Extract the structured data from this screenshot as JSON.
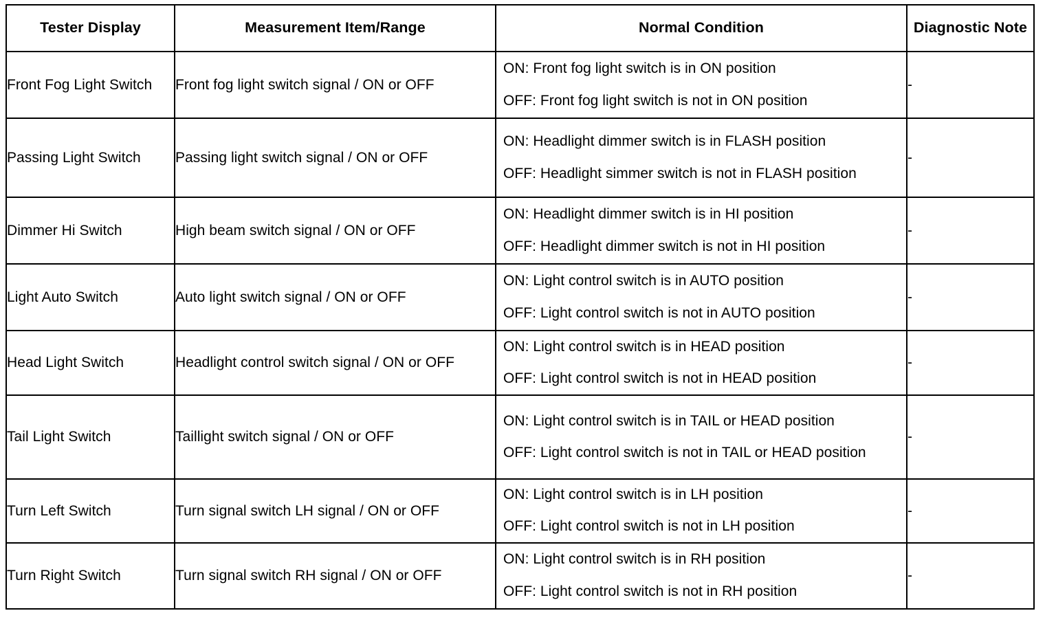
{
  "table": {
    "headers": [
      {
        "label": "Tester Display"
      },
      {
        "label": "Measurement Item/Range"
      },
      {
        "label": "Normal Condition"
      },
      {
        "label": "Diagnostic Note"
      }
    ],
    "rows": [
      {
        "tester_display": "Front Fog Light Switch",
        "measurement": "Front fog light switch signal / ON or OFF",
        "condition_on": "ON: Front fog light switch is in ON position",
        "condition_off": "OFF: Front fog light switch is not in ON position",
        "diagnostic_note": "-"
      },
      {
        "tester_display": "Passing Light Switch",
        "measurement": "Passing light switch signal / ON or OFF",
        "condition_on": "ON: Headlight dimmer switch is in FLASH position",
        "condition_off": "OFF: Headlight simmer switch is not in FLASH position",
        "diagnostic_note": "-"
      },
      {
        "tester_display": "Dimmer Hi Switch",
        "measurement": "High beam switch signal / ON or OFF",
        "condition_on": "ON: Headlight dimmer switch is in HI position",
        "condition_off": "OFF: Headlight dimmer switch is not in HI position",
        "diagnostic_note": "-"
      },
      {
        "tester_display": "Light Auto Switch",
        "measurement": "Auto light switch signal / ON or OFF",
        "condition_on": "ON: Light control switch is in AUTO position",
        "condition_off": "OFF: Light control switch is not in AUTO position",
        "diagnostic_note": "-"
      },
      {
        "tester_display": "Head Light Switch",
        "measurement": "Headlight control switch signal / ON or OFF",
        "condition_on": "ON: Light control switch is in HEAD position",
        "condition_off": "OFF: Light control switch is not in HEAD position",
        "diagnostic_note": "-"
      },
      {
        "tester_display": "Tail Light Switch",
        "measurement": "Taillight switch signal / ON or OFF",
        "condition_on": "ON: Light control switch is in TAIL or HEAD position",
        "condition_off": "OFF: Light control switch is not in TAIL or HEAD position",
        "diagnostic_note": "-"
      },
      {
        "tester_display": "Turn Left Switch",
        "measurement": "Turn signal switch LH signal / ON or OFF",
        "condition_on": "ON: Light control switch is in LH position",
        "condition_off": "OFF: Light control switch is not in LH position",
        "diagnostic_note": "-"
      },
      {
        "tester_display": "Turn Right Switch",
        "measurement": "Turn signal switch RH signal / ON or OFF",
        "condition_on": "ON: Light control switch is in RH position",
        "condition_off": "OFF: Light control switch is not in RH position",
        "diagnostic_note": "-"
      }
    ]
  },
  "colors": {
    "border": "#000000",
    "text": "#000000",
    "background": "#ffffff"
  }
}
